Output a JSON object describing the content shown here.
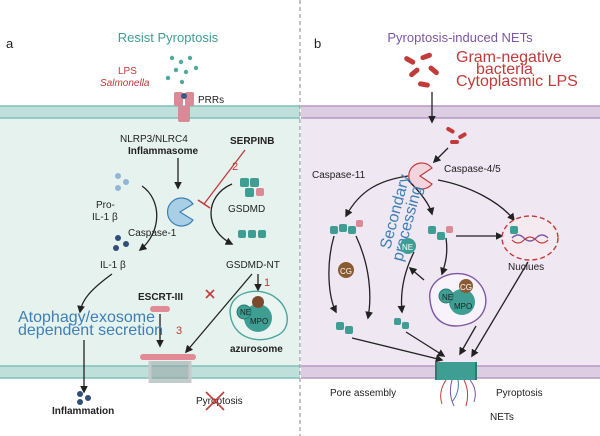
{
  "panel_a": {
    "letter": "a",
    "title": "Resist  Pyroptosis",
    "lps": "LPS",
    "salmonella": "Salmonella",
    "prrs": "PRRs",
    "nlrp3": "NLRP3/NLRC4",
    "inflammasome": "Inflammasome",
    "serpinb": "SERPINB",
    "pro": "Pro-",
    "pro_il": "IL-1 β",
    "caspase1": "Caspase-1",
    "gsdmd": "GSDMD",
    "il1b": "IL-1 β",
    "gsdmd_nt": "GSDMD-NT",
    "escrt": "ESCRT-III",
    "atophagy1": "Atophagy/exosome",
    "atophagy2": "dependent secretion",
    "ne": "NE",
    "mpo": "MPO",
    "azurosome": "azurosome",
    "inflammation": "Inflammation",
    "pyroptosis": "Pyroptosis",
    "num1": "1",
    "num2": "2",
    "num3": "3"
  },
  "panel_b": {
    "letter": "b",
    "title": "Pyroptosis-induced NETs",
    "gram1": "Gram-negative",
    "gram2": "bacteria",
    "gram3": "Cytoplasmic LPS",
    "caspase11": "Caspase-11",
    "caspase45": "Caspase-4/5",
    "secondary1": "Secondary",
    "secondary2": "processing",
    "cg": "CG",
    "ne": "NE",
    "mpo": "MPO",
    "nucleus": "Nuclues",
    "pore": "Pore assembly",
    "pyroptosis": "Pyroptosis",
    "nets": "NETs"
  },
  "colors": {
    "panel_a_bg": "#e6f2ee",
    "panel_b_bg": "#efe7f2",
    "membrane": "#a9d3cc",
    "teal": "#3f9e93",
    "red": "#c23a3a",
    "blue": "#3e7fb5",
    "purple": "#7b57a6",
    "pink": "#e8a3ad"
  }
}
